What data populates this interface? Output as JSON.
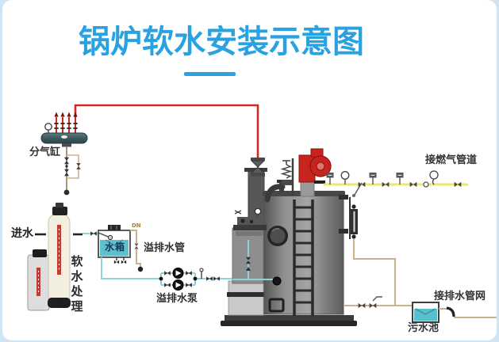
{
  "title": {
    "text": "锅炉软水安装示意图"
  },
  "labels": {
    "steam_header": "分气缸",
    "water_inlet": "进水",
    "softener_process": "软水处理",
    "water_tank": "水箱",
    "overflow_drain_pipe": "溢排水管",
    "overflow_drain_pump": "溢排水泵",
    "gas_pipeline": "接燃气管道",
    "drain_pipe_network": "接排水管网",
    "sewage_pool": "污水池",
    "dn_mark": "DN"
  },
  "colors": {
    "title_blue": "#2aa2e2",
    "steam_pipe_red": "#ce2a24",
    "gas_pipe_yellow": "#ece868",
    "water_pipe_teal": "#8ed2dc",
    "drain_pipe_tan": "#cbb088",
    "tank_water_teal": "#5fc0cb",
    "burner_red": "#c8241e",
    "label_dark": "#323232",
    "page_frame_blue": "#cfe5f3"
  }
}
